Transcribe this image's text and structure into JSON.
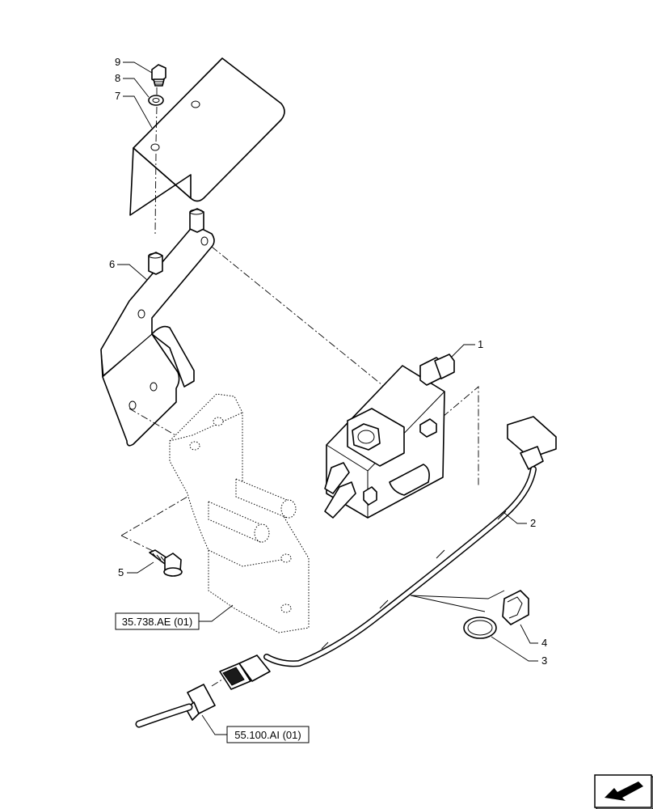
{
  "callouts": {
    "c1": "1",
    "c2": "2",
    "c3": "3",
    "c4": "4",
    "c5": "5",
    "c6": "6",
    "c7": "7",
    "c8": "8",
    "c9": "9"
  },
  "references": {
    "ref_frame": "35.738.AE (01)",
    "ref_harness": "55.100.AI (01)"
  },
  "nav_icon": "arrow-navigation-icon"
}
